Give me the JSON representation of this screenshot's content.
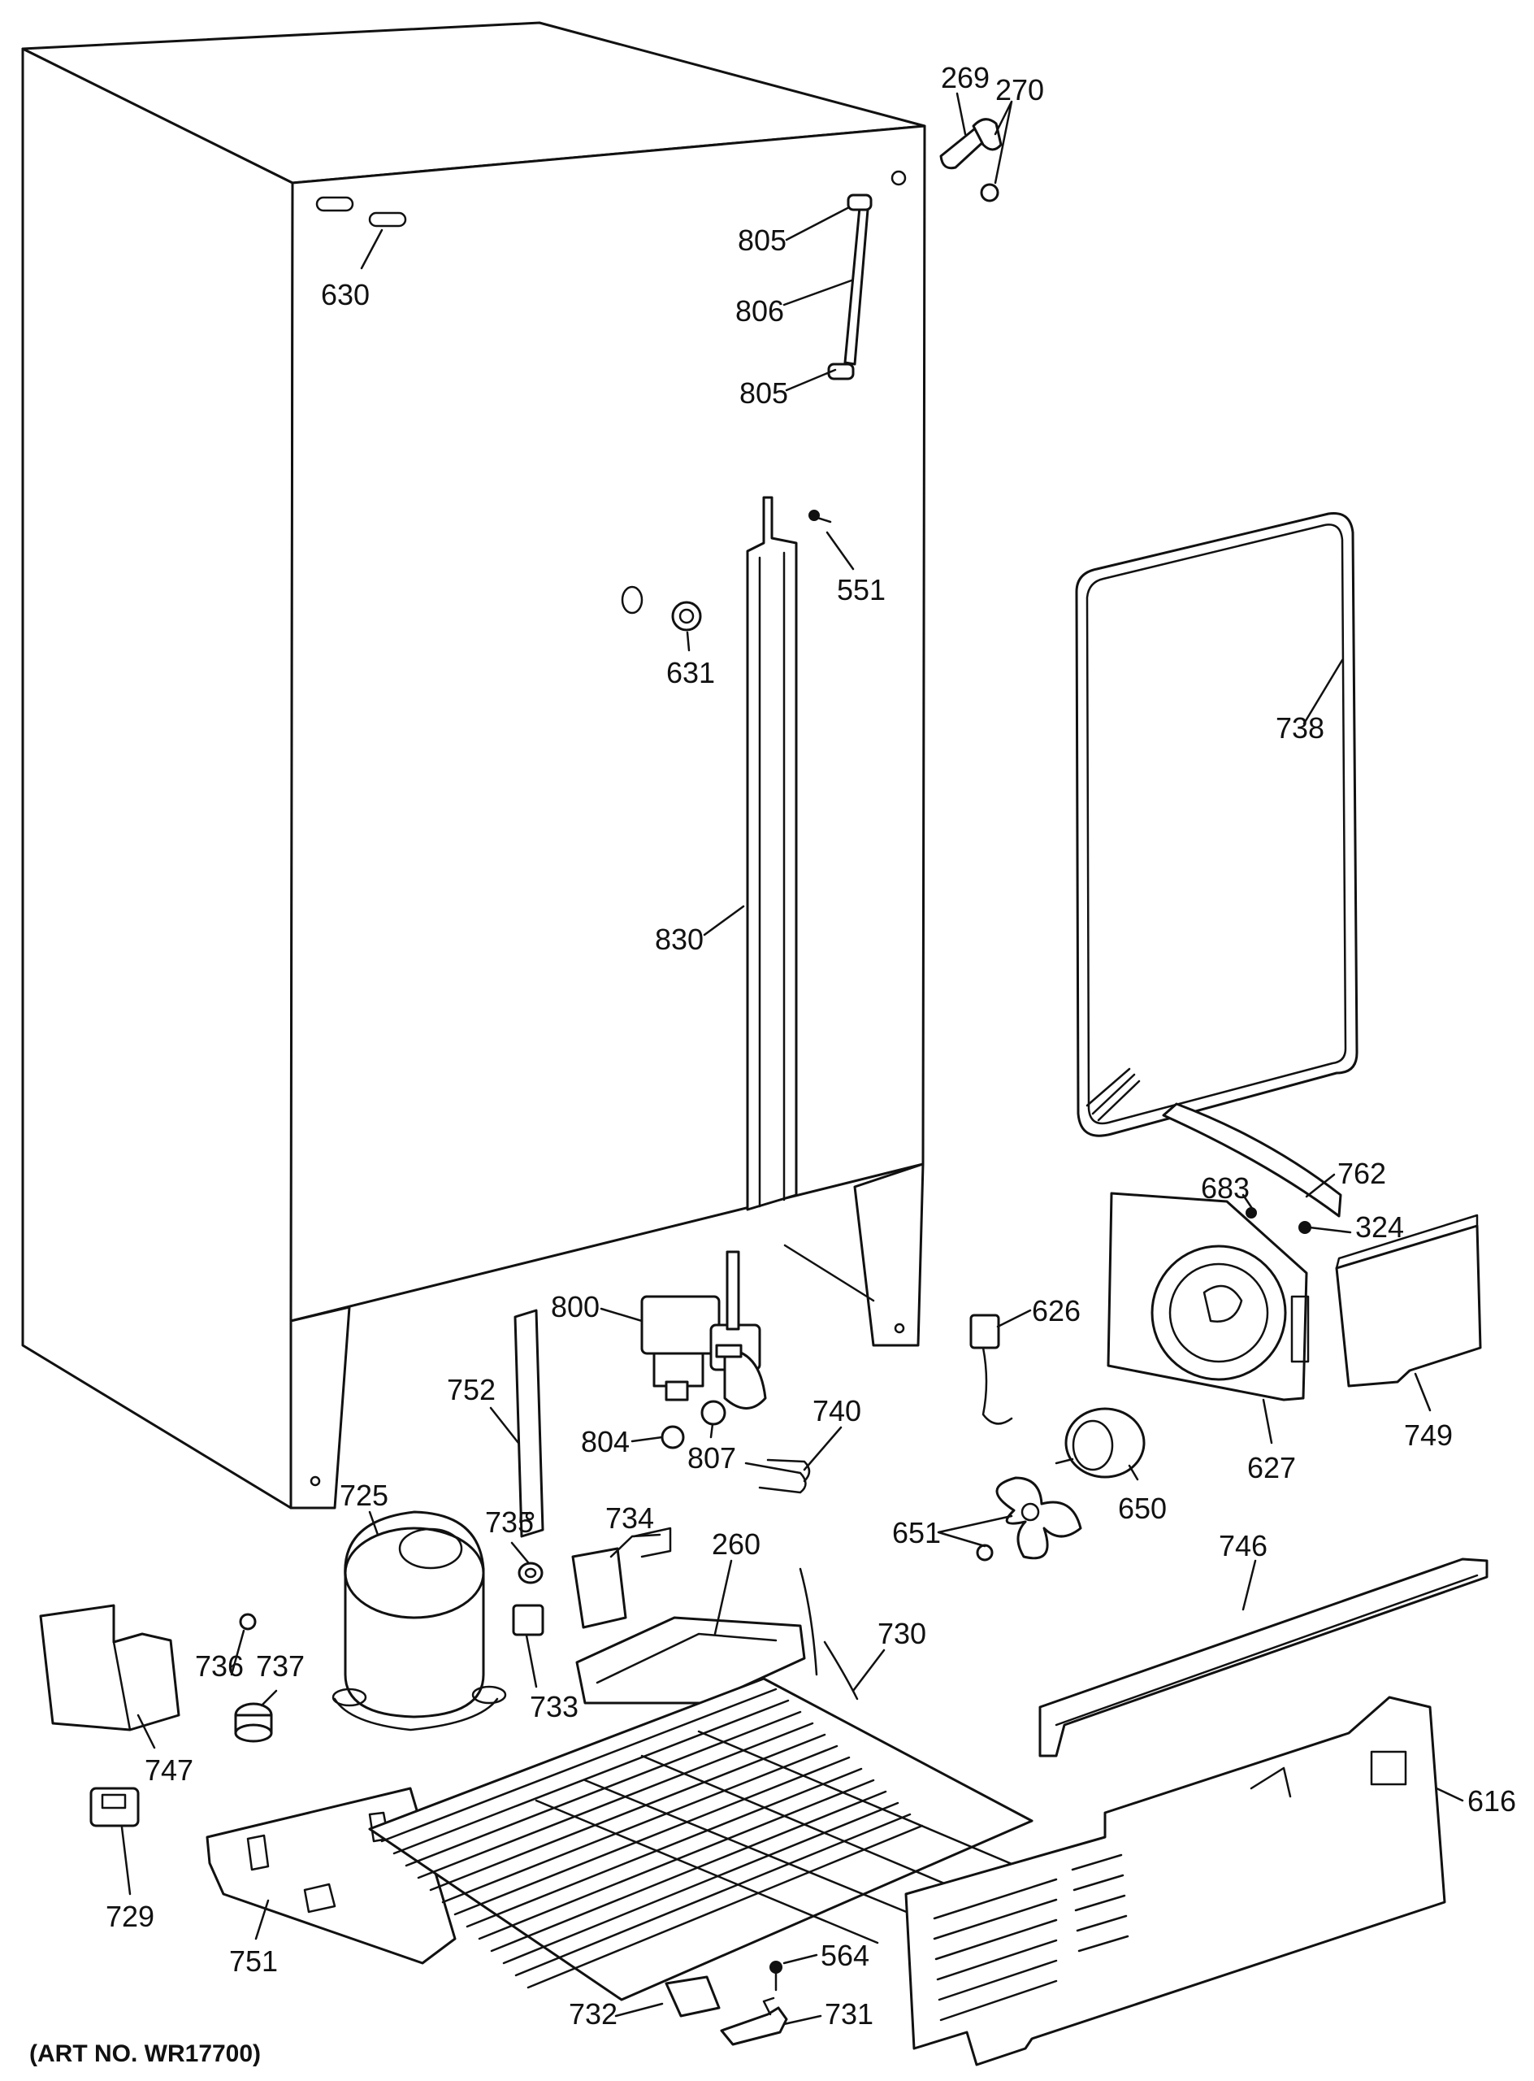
{
  "footer": {
    "art_number": "(ART NO. WR17700)"
  },
  "callouts": {
    "c269": "269",
    "c270": "270",
    "c630": "630",
    "c805a": "805",
    "c806": "806",
    "c805b": "805",
    "c551": "551",
    "c631": "631",
    "c738": "738",
    "c830": "830",
    "c762": "762",
    "c683": "683",
    "c324": "324",
    "c800": "800",
    "c626": "626",
    "c752": "752",
    "c740": "740",
    "c804": "804",
    "c807": "807",
    "c749": "749",
    "c627": "627",
    "c725": "725",
    "c735": "735",
    "c734": "734",
    "c650": "650",
    "c651": "651",
    "c746": "746",
    "c260": "260",
    "c730": "730",
    "c736": "736",
    "c737": "737",
    "c733": "733",
    "c747": "747",
    "c616": "616",
    "c729": "729",
    "c751": "751",
    "c564": "564",
    "c732": "732",
    "c731": "731"
  }
}
